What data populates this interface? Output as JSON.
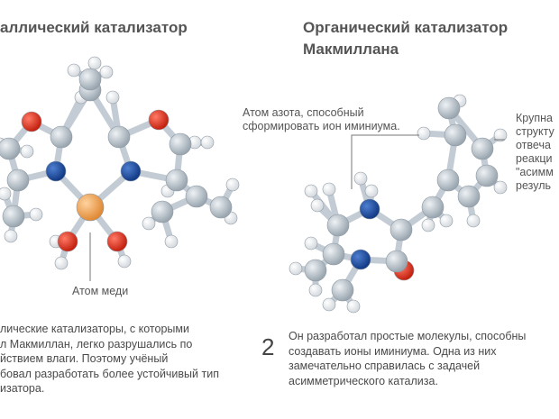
{
  "left": {
    "title": "аллический катализатор",
    "copper_label": "Атом меди",
    "caption_lines": [
      "лические катализаторы, с которыми",
      "л Макмиллан, легко разрушались по",
      "йствием влаги. Поэтому учёный",
      "бовал разработать более устойчивый тип",
      "изатора."
    ]
  },
  "right": {
    "title_line1": "Органический катализатор",
    "title_line2": "Макмиллана",
    "title_marker": "",
    "nitrogen_label_line1": "Атом азота, способный",
    "nitrogen_label_line2": "сформировать ион иминиума.",
    "side_label_lines": [
      "Крупна",
      "структу",
      "отвеча",
      "реакци",
      "\"асимм",
      "резуль"
    ],
    "number": "2",
    "caption_lines": [
      "Он разработал простые молекулы, способны",
      "создавать ионы иминиума. Одна из них",
      "замечательно справилась с задачей",
      "асимметрического катализа."
    ]
  },
  "colors": {
    "carbon": "#b9c3cc",
    "hydrogen": "#ffffff",
    "oxygen": "#e0301e",
    "nitrogen": "#1f4fa3",
    "copper": "#f0a050",
    "bond": "#c9d2d9"
  }
}
